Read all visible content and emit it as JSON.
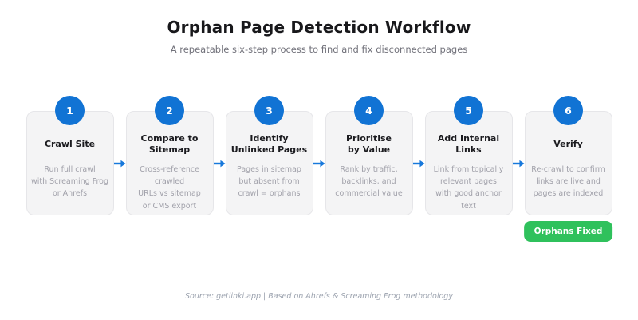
{
  "header": {
    "title": "Orphan Page Detection Workflow",
    "subtitle": "A repeatable six-step process to find and fix disconnected pages"
  },
  "steps": [
    {
      "number": "1",
      "title": "Crawl Site",
      "description": "Run full crawl\nwith Screaming Frog\nor Ahrefs"
    },
    {
      "number": "2",
      "title": "Compare to\nSitemap",
      "description": "Cross-reference crawled\nURLs vs sitemap\nor CMS export"
    },
    {
      "number": "3",
      "title": "Identify\nUnlinked Pages",
      "description": "Pages in sitemap\nbut absent from\ncrawl = orphans"
    },
    {
      "number": "4",
      "title": "Prioritise\nby Value",
      "description": "Rank by traffic,\nbacklinks, and\ncommercial value"
    },
    {
      "number": "5",
      "title": "Add Internal\nLinks",
      "description": "Link from topically\nrelevant pages\nwith good anchor text"
    },
    {
      "number": "6",
      "title": "Verify",
      "description": "Re-crawl to confirm\nlinks are live and\npages are indexed"
    }
  ],
  "badge": {
    "label": "Orphans Fixed"
  },
  "footer": {
    "source": "Source: getlinki.app | Based on Ahrefs & Screaming Frog methodology"
  },
  "colors": {
    "accent_blue": "#1173d4",
    "success_green": "#2fc15c",
    "card_background": "#f4f4f5",
    "muted_text": "#a1a1aa"
  }
}
